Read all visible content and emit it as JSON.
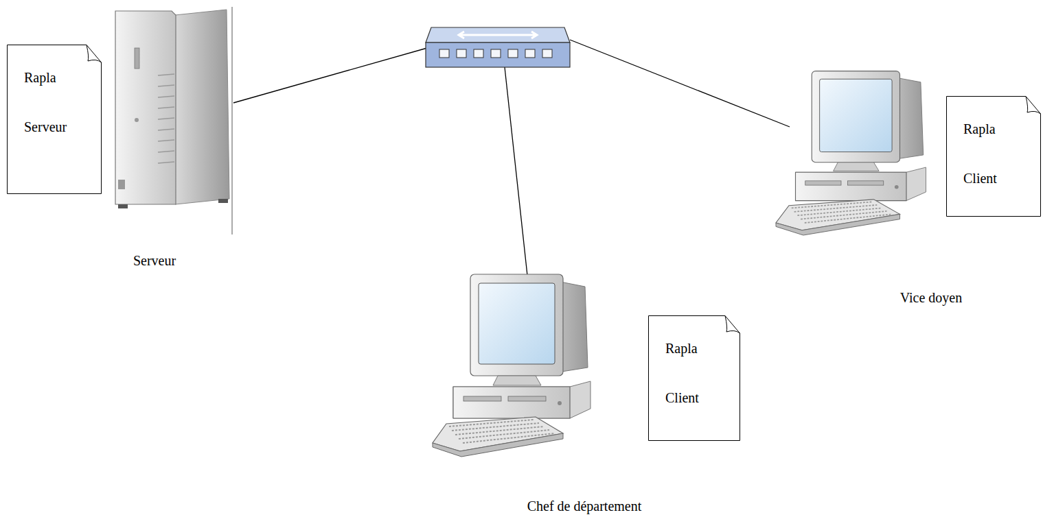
{
  "diagram": {
    "nodes": [
      {
        "text": [
          "Rapla Serveur"
        ]
      },
      {
        "text": [
          "Rapla Client"
        ]
      },
      {
        "text": [
          "Rapla Client"
        ]
      }
    ],
    "labels": [
      "Serveur",
      "Vice doyen",
      "Chef de département"
    ]
  }
}
